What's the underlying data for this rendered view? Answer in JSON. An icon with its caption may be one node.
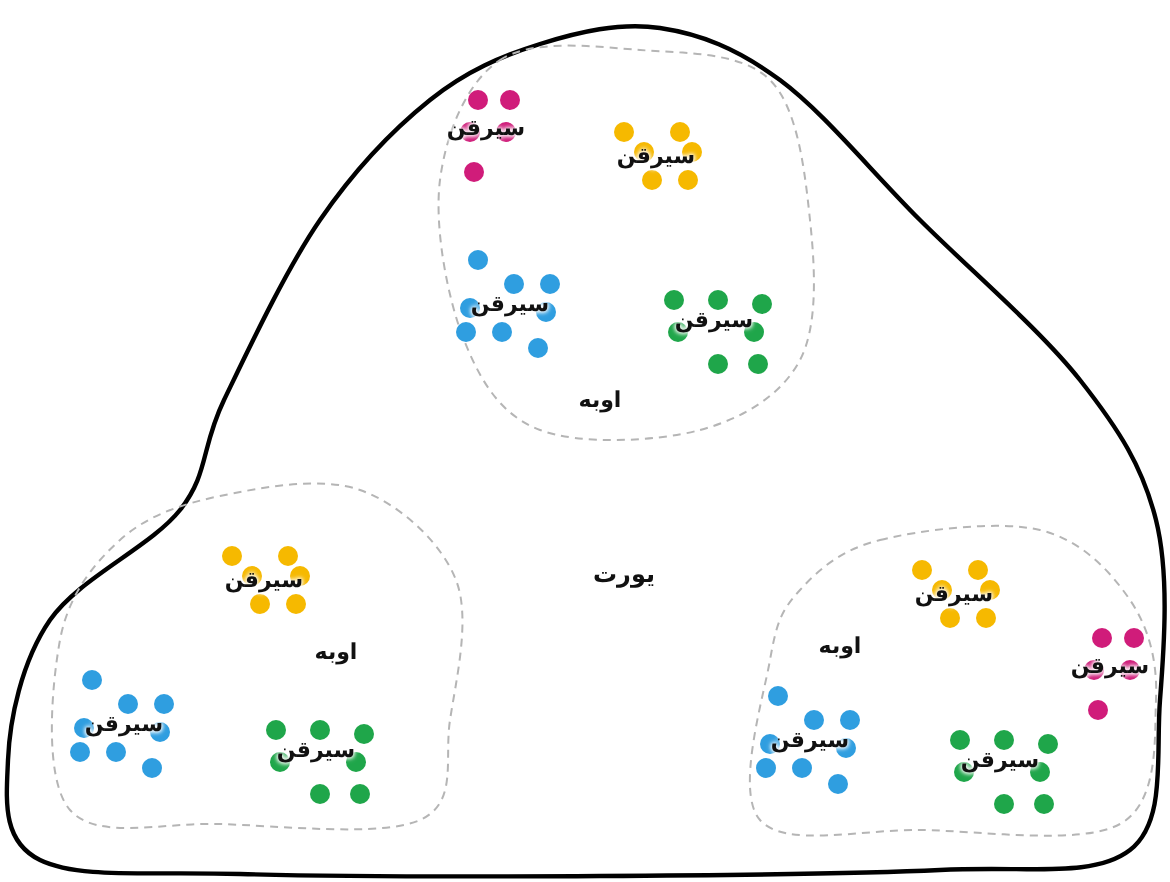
{
  "diagram": {
    "nodes": [
      {
        "text": [
          "يورت"
        ]
      },
      {
        "text": [
          "اوبه"
        ],
        "in": 0
      },
      {
        "text": [
          "سيرقن"
        ],
        "in": 1
      },
      {
        "text": [
          "سيرقن"
        ],
        "in": 1
      },
      {
        "text": [
          "سيرقن"
        ],
        "in": 1
      },
      {
        "text": [
          "سيرقن"
        ],
        "in": 1
      },
      {
        "text": [
          "اوبه"
        ],
        "in": 0
      },
      {
        "text": [
          "سيرقن"
        ],
        "in": 6
      },
      {
        "text": [
          "سيرقن"
        ],
        "in": 6
      },
      {
        "text": [
          "سيرقن"
        ],
        "in": 6
      },
      {
        "text": [
          "اوبه"
        ],
        "in": 0
      },
      {
        "text": [
          "سيرقن"
        ],
        "in": 10
      },
      {
        "text": [
          "سيرقن"
        ],
        "in": 10
      },
      {
        "text": [
          "سيرقن"
        ],
        "in": 10
      },
      {
        "text": [
          "سيرقن"
        ],
        "in": 10
      }
    ]
  }
}
